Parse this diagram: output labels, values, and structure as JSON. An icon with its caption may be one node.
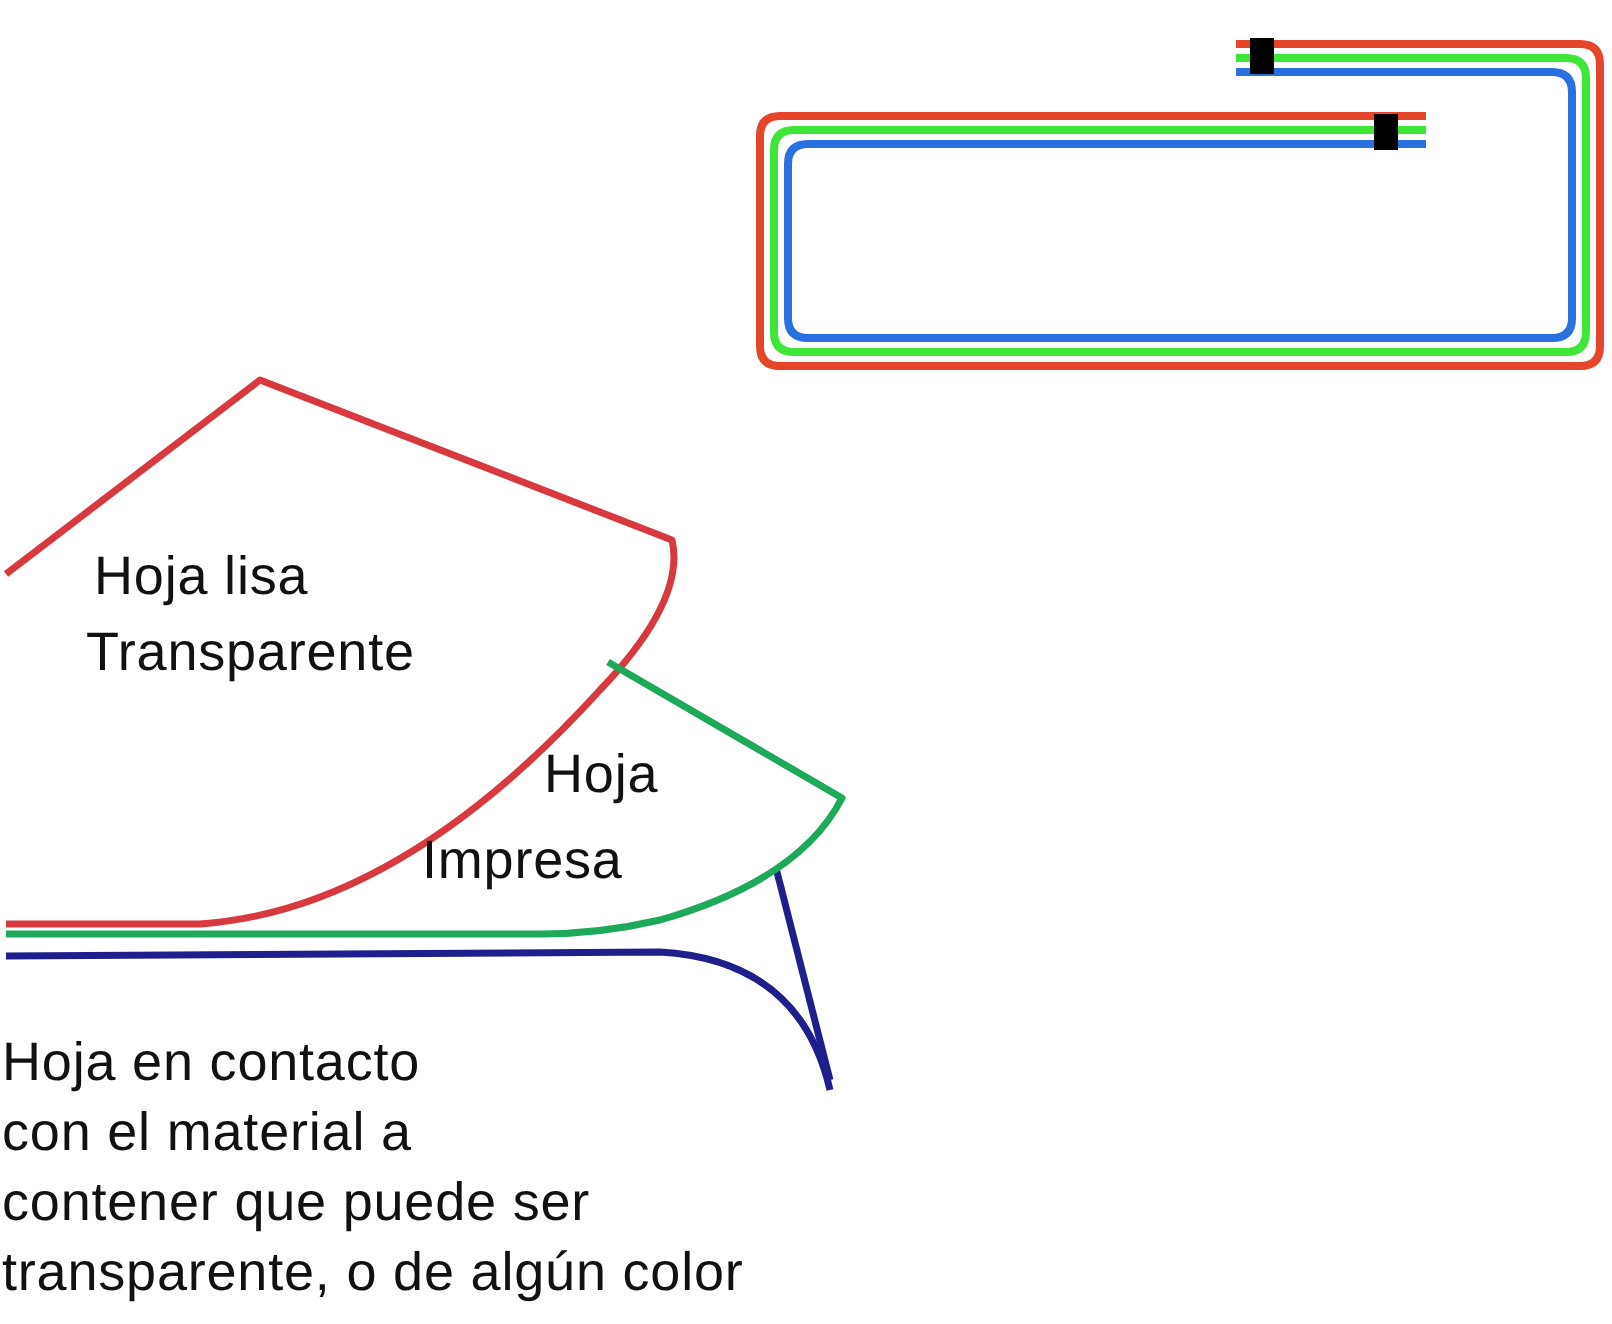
{
  "diagram": {
    "nodes": [
      {
        "text": [
          "Hoja lisa Transparente"
        ]
      },
      {
        "text": [
          "Hoja Impresa"
        ]
      }
    ],
    "edges": [],
    "labels": [
      "Hoja en contacto con el material a contener que puede ser transparente, o de algún color"
    ]
  }
}
